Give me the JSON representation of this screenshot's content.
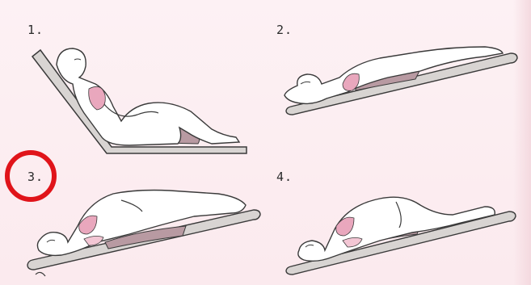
{
  "panels": [
    {
      "number": "1."
    },
    {
      "number": "2."
    },
    {
      "number": "3."
    },
    {
      "number": "4."
    }
  ],
  "colors": {
    "background": "#fbeef1",
    "body_fill": "#ffffff",
    "outline": "#3a3a3a",
    "lung": "#e9a7bd",
    "lung_light": "#f3c6d4",
    "cushion": "#b89aa2",
    "board": "#d8d4d2",
    "highlight": "#e0141a"
  },
  "highlight": {
    "target_panel": "3."
  }
}
